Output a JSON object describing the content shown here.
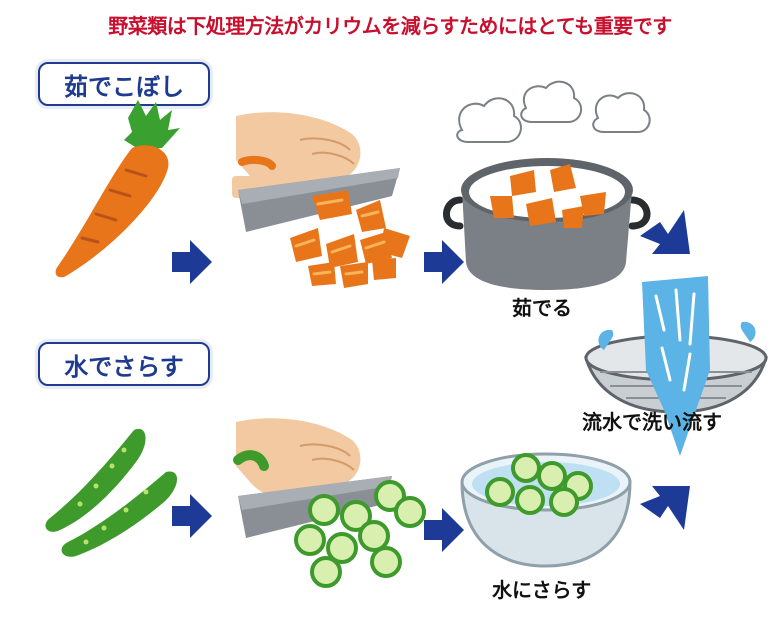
{
  "title": "野菜類は下処理方法がカリウムを減らすためにはとても重要です",
  "methods": [
    {
      "badge": "茹でこぼし",
      "step_label": "茹でる"
    },
    {
      "badge": "水でさらす",
      "step_label": "水にさらす"
    }
  ],
  "final_step_label": "流水で洗い流す",
  "colors": {
    "title": "#c8102e",
    "badge": "#1f3b8f",
    "arrow": "#1c3a96",
    "carrot": "#e8751a",
    "cucumber": "#3f9a2c",
    "water": "#5bb4e5",
    "pot": "#7a8085",
    "bowl": "#d9e4ea"
  },
  "icons": [
    "carrot-icon",
    "cucumber-icon",
    "knife-hand-icon",
    "pot-icon",
    "bowl-icon",
    "colander-icon",
    "arrow-icon"
  ]
}
